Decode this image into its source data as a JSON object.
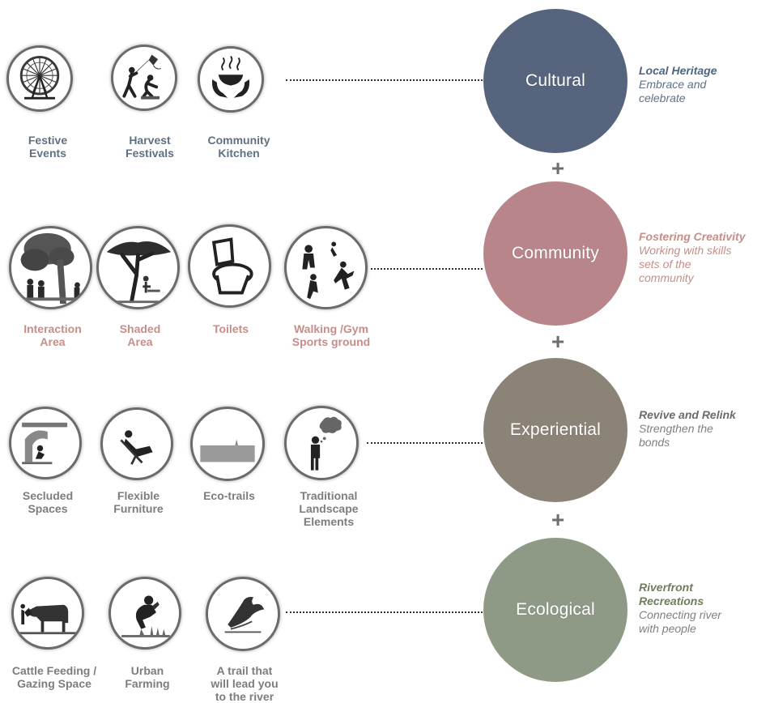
{
  "rows": {
    "cultural": {
      "title": "Cultural",
      "color": "#56647d",
      "desc_heading": "Local Heritage",
      "desc_text": "Embrace and celebrate",
      "items": [
        "Festive\nEvents",
        "Harvest\nFestivals",
        "Community\nKitchen"
      ]
    },
    "community": {
      "title": "Community",
      "color": "#b8858a",
      "desc_heading": "Fostering Creativity",
      "desc_text": "Working with skills sets of the community",
      "items": [
        "Interaction\nArea",
        "Shaded\nArea",
        "Toilets",
        "Walking /Gym\nSports ground"
      ]
    },
    "experiential": {
      "title": "Experiential",
      "color": "#8c8378",
      "desc_heading": "Revive and Relink",
      "desc_text": "Strengthen the bonds",
      "items": [
        "Secluded\nSpaces",
        "Flexible\nFurniture",
        "Eco-trails",
        "Traditional\nLandscape\nElements"
      ]
    },
    "ecological": {
      "title": "Ecological",
      "color": "#8f9a86",
      "desc_heading": "Riverfront Recreations",
      "desc_text": "Connecting river with people",
      "items": [
        "Cattle Feeding /\nGazing Space",
        "Urban\nFarming",
        "A trail that\nwill lead you\nto the river"
      ]
    }
  },
  "plus_sign": "+",
  "icons": {
    "cultural": [
      "ferris-wheel-icon",
      "kite-flying-icon",
      "food-bowl-hands-icon"
    ],
    "community": [
      "people-under-tree-icon",
      "acacia-tree-icon",
      "toilet-icon",
      "running-people-icon"
    ],
    "experiential": [
      "nook-seat-icon",
      "lounge-chair-icon",
      "trail-strip-icon",
      "thinking-person-icon"
    ],
    "ecological": [
      "cow-feeding-icon",
      "farmer-icon",
      "river-bird-icon"
    ]
  }
}
